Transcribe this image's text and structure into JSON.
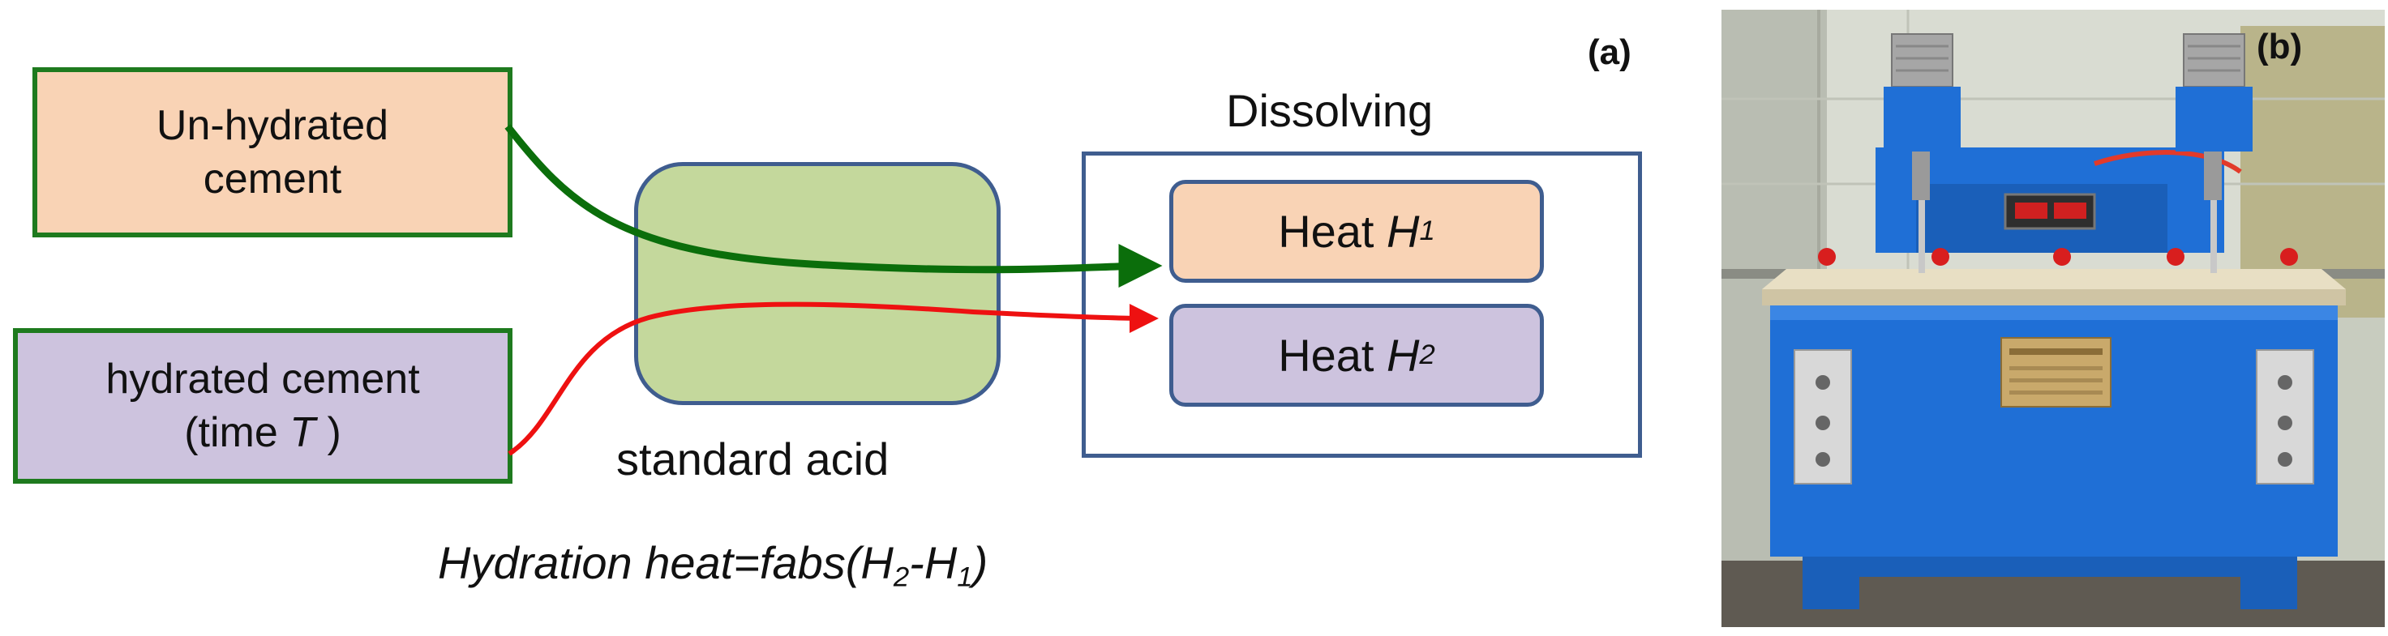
{
  "panel_a": {
    "tag": "(a)",
    "unhydrated": {
      "line1": "Un-hydrated",
      "line2": "cement"
    },
    "hydrated": {
      "line1": "hydrated cement",
      "line2_prefix": "(time ",
      "line2_var": "T",
      "line2_suffix": " )"
    },
    "acid_label": "standard acid",
    "dissolving_title": "Dissolving",
    "heat1": {
      "word": "Heat ",
      "var": "H",
      "sub": "1"
    },
    "heat2": {
      "word": "Heat ",
      "var": "H",
      "sub": "2"
    },
    "formula": {
      "left": "Hydration heat=fabs(H",
      "sub2": "2",
      "mid": "-H",
      "sub1": "1",
      "right": ")"
    }
  },
  "panel_b": {
    "tag": "(b)"
  },
  "colors": {
    "green_border": "#1e7a1e",
    "orange_fill": "#f9d3b5",
    "purple_fill": "#cdc3de",
    "acid_fill": "#c4d89c",
    "blue_border": "#3f5d8f",
    "green_arrow": "#0b6e0b",
    "red_arrow": "#ee1111",
    "machine_blue": "#1f6fd6"
  }
}
